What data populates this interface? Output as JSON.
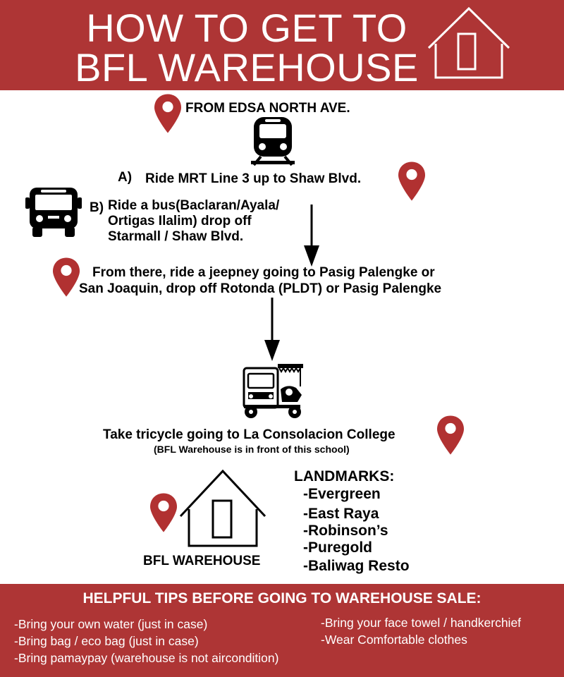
{
  "header": {
    "title_line1": "HOW TO GET TO",
    "title_line2": "BFL WAREHOUSE",
    "bg_color": "#ae3535"
  },
  "route": {
    "from": "FROM EDSA NORTH AVE.",
    "option_a_prefix": "A)",
    "option_a": "Ride MRT Line 3 up to Shaw Blvd.",
    "option_b_prefix": "B)",
    "option_b_line1": "Ride a bus(Baclaran/Ayala/",
    "option_b_line2": "Ortigas Ilalim) drop off",
    "option_b_line3": "Starmall / Shaw Blvd.",
    "jeep_line1": "From there, ride a jeepney going to Pasig Palengke or",
    "jeep_line2": "San Joaquin, drop off Rotonda (PLDT) or Pasig Palengke",
    "tricycle": "Take tricycle going to La Consolacion College",
    "tricycle_note": "(BFL Warehouse is in front of this school)",
    "destination": "BFL WAREHOUSE"
  },
  "landmarks": {
    "heading": "LANDMARKS:",
    "items": [
      "-Evergreen",
      "-East Raya",
      "-Robinson’s",
      "-Puregold",
      "-Baliwag Resto"
    ]
  },
  "tips": {
    "heading": "HELPFUL TIPS BEFORE GOING TO WAREHOUSE SALE:",
    "left": [
      "-Bring your own water (just in case)",
      "-Bring bag / eco bag (just in case)",
      "-Bring pamaypay (warehouse is not aircondition)"
    ],
    "right": [
      "-Bring your face towel / handkerchief",
      "-Wear Comfortable clothes"
    ]
  },
  "icons": {
    "pin": "map-pin-icon",
    "train": "train-icon",
    "bus": "bus-icon",
    "tricycle": "tricycle-icon",
    "house": "house-icon"
  },
  "colors": {
    "pin": "#b13131",
    "accent": "#ae3535"
  }
}
